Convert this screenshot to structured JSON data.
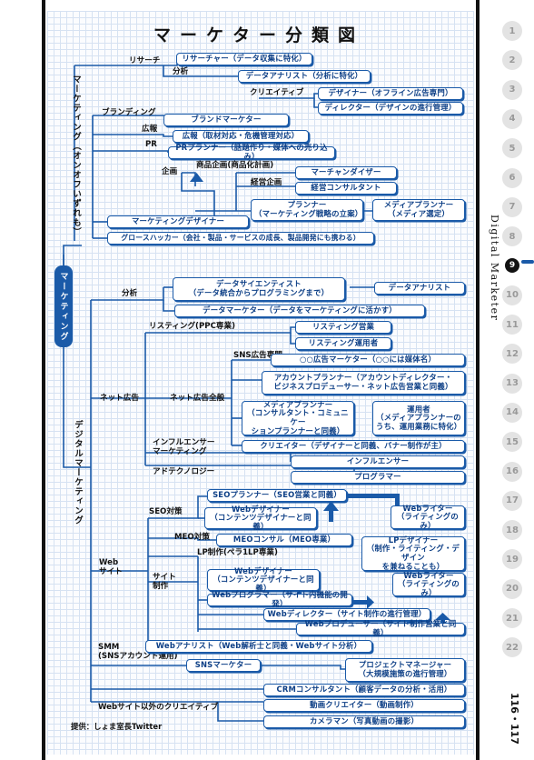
{
  "title": "マーケター分類図",
  "top_category": "マーケティング（オンオフいずれも）",
  "bottom_category": "デジタルマーケティング",
  "root": "マーケティング",
  "branches": {
    "research": "リサーチ",
    "analysis": "分析",
    "creative": "クリエイティブ",
    "branding": "ブランディング",
    "pr_media": "広報",
    "pr": "PR",
    "planning": "企画",
    "product_planning": "商品企画(商品化計画)",
    "management": "経営企画",
    "analysis2": "分析",
    "listing": "リスティング(PPC専業)",
    "sns_ad": "SNS広告専門",
    "net_ad": "ネット広告",
    "net_ad_all": "ネット広告全般",
    "influencer_mkt": "インフルエンサー\nマーケティング",
    "adtech": "アドテクノロジー",
    "seo": "SEO対策",
    "meo": "MEO対策",
    "lp": "LP制作(ペラ1LP専業)",
    "web_site": "Web\nサイト",
    "site_make": "サイト\n制作",
    "smm": "SMM\n(SNSアカウント運用)",
    "other_creative": "Webサイト以外のクリエイティブ"
  },
  "boxes": {
    "researcher": "リサーチャー（データ収集に特化）",
    "data_analyst1": "データアナリスト（分析に特化）",
    "designer": "デザイナー（オフライン広告専門）",
    "director": "ディレクター（デザインの進行管理）",
    "brand_marketer": "ブランドマーケター",
    "pr_person": "広報（取材対応・危機管理対応）",
    "pr_planner": "PRプランナー（話題作り・媒体への売り込み）",
    "merchandiser": "マーチャンダイザー",
    "mgmt_consultant": "経営コンサルタント",
    "planner": "プランナー\n（マーケティング戦略の立案）",
    "media_planner1": "メディアプランナー\n（メディア選定）",
    "mkt_designer": "マーケティングデザイナー",
    "growth_hacker": "グロースハッカー（会社・製品・サービスの成長、製品開発にも携わる）",
    "data_scientist": "データサイエンティスト\n（データ統合からプログラミングまで）",
    "data_analyst2": "データアナリスト",
    "data_marketer": "データマーケター（データをマーケティングに活かす）",
    "listing_sales": "リスティング営業",
    "listing_ops": "リスティング運用者",
    "xx_ad_marketer": "○○広告マーケター（○○には媒体名）",
    "account_planner": "アカウントプランナー（アカウントディレクター・\nビジネスプロデューサー・ネット広告営業と同義）",
    "media_planner2": "メディアプランナー\n（コンサルタント・コミュニケー\nションプランナーと同義）",
    "operator": "運用者\n（メディアプランナーの\nうち、運用業務に特化）",
    "creator": "クリエイター（デザイナーと同義、バナー制作が主）",
    "influencer": "インフルエンサー",
    "programmer": "プログラマー",
    "seo_planner": "SEOプランナー（SEO営業と同義）",
    "web_designer1": "Webデザイナー\n（コンテンツデザイナーと同義）",
    "web_writer1": "Webライター\n（ライティングのみ）",
    "meo_consul": "MEOコンサル（MEO専業）",
    "lp_designer": "LPデザイナー\n（制作・ライティング・デザイン\nを兼ねることも）",
    "web_designer2": "Webデザイナー\n（コンテンツデザイナーと同義）",
    "web_writer2": "Webライター\n（ライティングのみ）",
    "web_programmer": "Webプログラマー（サイト内機能の開発）",
    "web_director": "Webディレクター（サイト制作の進行管理）",
    "web_producer": "Webプロデューサー（サイト制作営業と同義）",
    "web_analyst": "Webアナリスト（Web解析士と同義・Webサイト分析）",
    "sns_marketer": "SNSマーケター",
    "project_manager": "プロジェクトマネージャー\n（大規模施策の進行管理）",
    "crm_consultant": "CRMコンサルタント（顧客データの分析・活用）",
    "video_creator": "動画クリエイター（動画制作）",
    "cameraman": "カメラマン（写真動画の撮影）"
  },
  "credit": "提供：しょま室長Twitter",
  "side_title": "Digital Marketer",
  "page_numbers": [
    "1",
    "2",
    "3",
    "4",
    "5",
    "6",
    "7",
    "8",
    "9",
    "10",
    "11",
    "12",
    "13",
    "14",
    "15",
    "16",
    "17",
    "18",
    "19",
    "20",
    "21",
    "22"
  ],
  "current_page": "9",
  "spread_pages": "116・117",
  "colors": {
    "accent": "#1a5aa8",
    "grid": "#d6e2f2"
  }
}
